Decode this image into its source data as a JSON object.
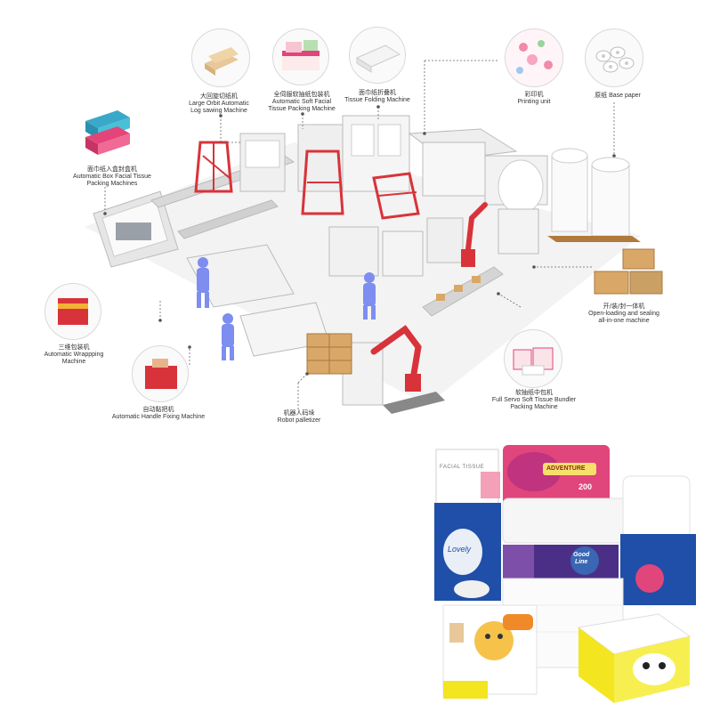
{
  "callouts": [
    {
      "id": "log-saw",
      "zh": "大回旋切纸机",
      "en": [
        "Large Orbit Automatic",
        "Log sawing Machine"
      ]
    },
    {
      "id": "soft-pack",
      "zh": "全伺服软抽纸包装机",
      "en": [
        "Automatic Soft Facial",
        "Tissue Packing Machine"
      ]
    },
    {
      "id": "fold",
      "zh": "面巾纸折叠机",
      "en": [
        "Tissue Folding Machine"
      ]
    },
    {
      "id": "print",
      "zh": "彩印机",
      "en": [
        "Printing unit"
      ]
    },
    {
      "id": "base",
      "zh": "原纸",
      "en": [
        "Base paper"
      ]
    },
    {
      "id": "box-pack",
      "zh": "面巾纸入盒封盒机",
      "en": [
        "Automatic Box Facial Tissue",
        "Packing Machines"
      ]
    },
    {
      "id": "carton",
      "zh": "开/装/封一体机",
      "en": [
        "Open-loading and sealing",
        "all-in-one machine"
      ]
    },
    {
      "id": "wrap",
      "zh": "三维包装机",
      "en": [
        "Automatic Wrappping",
        "Machine"
      ]
    },
    {
      "id": "bundler",
      "zh": "软抽纸中包机",
      "en": [
        "Full Servo Soft Tissue Bundler",
        "Packing Machine"
      ]
    },
    {
      "id": "handle",
      "zh": "自动黏把机",
      "en": [
        "Automatic Handle Fixing Machine"
      ]
    },
    {
      "id": "palletizer",
      "zh": "机器人码垛",
      "en": [
        "Robot palletizer"
      ]
    }
  ],
  "products": {
    "facial_tissue": "FACIAL TISSUE",
    "adventure": "ADVENTURE",
    "count": "200",
    "good_line": [
      "Good",
      "Line"
    ],
    "brand_script": "Lovely"
  },
  "colors": {
    "robot_red": "#d8333a",
    "machine_white": "#f2f2f2",
    "floor_grey": "#e9e9e9",
    "callout_line": "#666666",
    "pink": "#e0457b",
    "blue_pack": "#1f4fa8",
    "yellow_pack": "#f3e520"
  }
}
